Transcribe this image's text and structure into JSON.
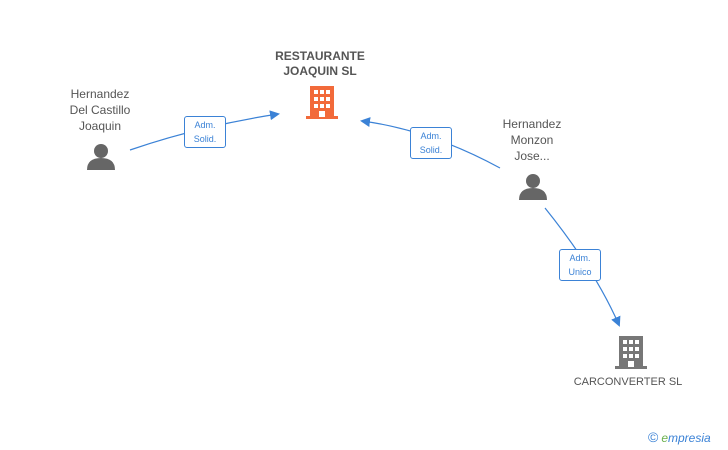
{
  "nodes": {
    "company_main": {
      "line1": "RESTAURANTE",
      "line2": "JOAQUIN SL",
      "color": "#f26a3a"
    },
    "person_left": {
      "line1": "Hernandez",
      "line2": "Del Castillo",
      "line3": "Joaquin"
    },
    "person_right": {
      "line1": "Hernandez",
      "line2": "Monzon",
      "line3": "Jose..."
    },
    "company_second": {
      "name": "CARCONVERTER SL",
      "color": "#777777"
    }
  },
  "relations": [
    {
      "line1": "Adm.",
      "line2": "Solid."
    },
    {
      "line1": "Adm.",
      "line2": "Solid."
    },
    {
      "line1": "Adm.",
      "line2": "Unico"
    }
  ],
  "footer": {
    "copyright": "©",
    "brand_initial": "e",
    "brand_rest": "mpresia"
  },
  "colors": {
    "edge": "#3b82d6",
    "person": "#666666",
    "text": "#555555"
  }
}
